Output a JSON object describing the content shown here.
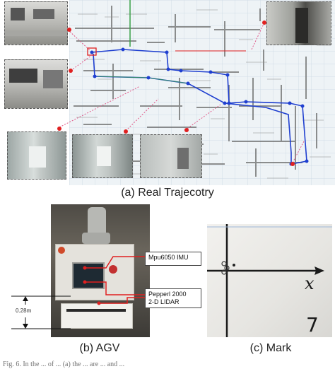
{
  "captions": {
    "a": "(a) Real Trajecotry",
    "b": "(b) AGV",
    "c": "(c) Mark"
  },
  "agv": {
    "imu_label": "Mpu6050 IMU",
    "lidar_label_line1": "Pepperl 2000",
    "lidar_label_line2": "2-D LIDAR",
    "height_label": "0.28m"
  },
  "mark": {
    "axis_label": "x",
    "digit": "7"
  },
  "figure_caption_fragment": "Fig. 6.  In the ... of ... (a) the ... are ... and ...",
  "colors": {
    "trajectory": "#1f3fd0",
    "marker": "#e02020",
    "map_grid": "#c9d8e3"
  }
}
